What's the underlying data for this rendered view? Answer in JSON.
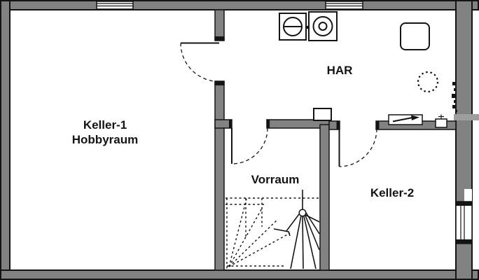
{
  "rooms": {
    "keller1": {
      "line1": "Keller-1",
      "line2": "Hobbyraum"
    },
    "har": {
      "label": "HAR"
    },
    "vorraum": {
      "label": "Vorraum"
    },
    "keller2": {
      "label": "Keller-2"
    }
  },
  "symbols": [
    {
      "name": "dryer-icon",
      "meaning": "appliance box with circle and horizontal bar"
    },
    {
      "name": "washer-icon",
      "meaning": "appliance box with concentric circles"
    },
    {
      "name": "boiler-icon",
      "meaning": "rounded square tank"
    },
    {
      "name": "drain-icon",
      "meaning": "dotted circle on floor"
    },
    {
      "name": "workbench-icon",
      "meaning": "bench rectangle with arrow tool"
    },
    {
      "name": "meter-icon",
      "meaning": "small box with cross stem on wall"
    },
    {
      "name": "wall-box-icon",
      "meaning": "small box on vorraum wall"
    },
    {
      "name": "window",
      "meaning": "white opening with frame lines in wall"
    },
    {
      "name": "door-swing",
      "meaning": "door leaf with dashed quarter-circle swing arc"
    },
    {
      "name": "stairs",
      "meaning": "winder stair, solid lower flight, dashed upper flight"
    }
  ],
  "colors": {
    "wall_fill": "#828282",
    "line": "#141414",
    "background": "#ffffff",
    "lightwell": "#9e9e9e"
  }
}
